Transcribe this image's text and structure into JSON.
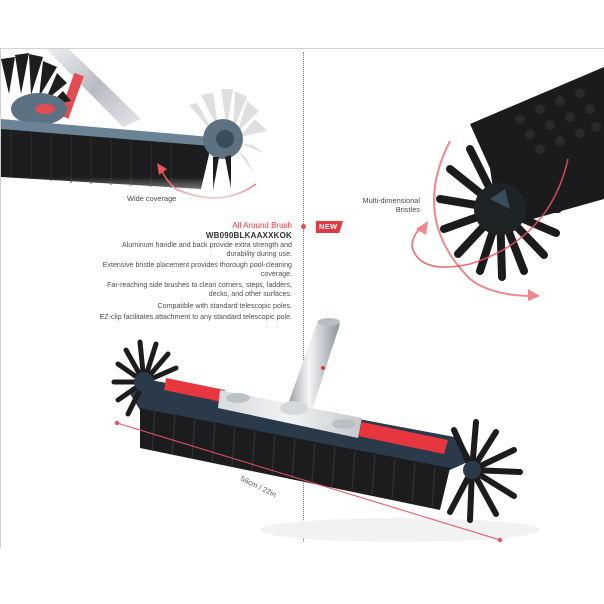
{
  "panels": {
    "wide_coverage": {
      "caption": "Wide coverage"
    },
    "bristles": {
      "caption_line1": "Multi-dimensional",
      "caption_line2": "Bristles"
    }
  },
  "product": {
    "name": "All Around Brush",
    "sku": "WB090BLKAAXXKOK",
    "badge": "NEW",
    "features": [
      "Aluminum handle and back provide extra strength and durability during use.",
      "Extensive bristle placement provides thorough pool-cleaning coverage.",
      "Far-reaching side brushes to clean corners, steps, ladders, decks, and other surfaces.",
      "Compatible with standard telescopic poles.",
      "EZ-clip facilitates attachment to any standard telescopic pole."
    ]
  },
  "dimension": {
    "label": "56cm / 22in"
  },
  "colors": {
    "accent_red": "#e8363f",
    "body_navy": "#2b3a4a",
    "bristle_black": "#1c1c1e",
    "aluminum": "#c9ccd0"
  }
}
